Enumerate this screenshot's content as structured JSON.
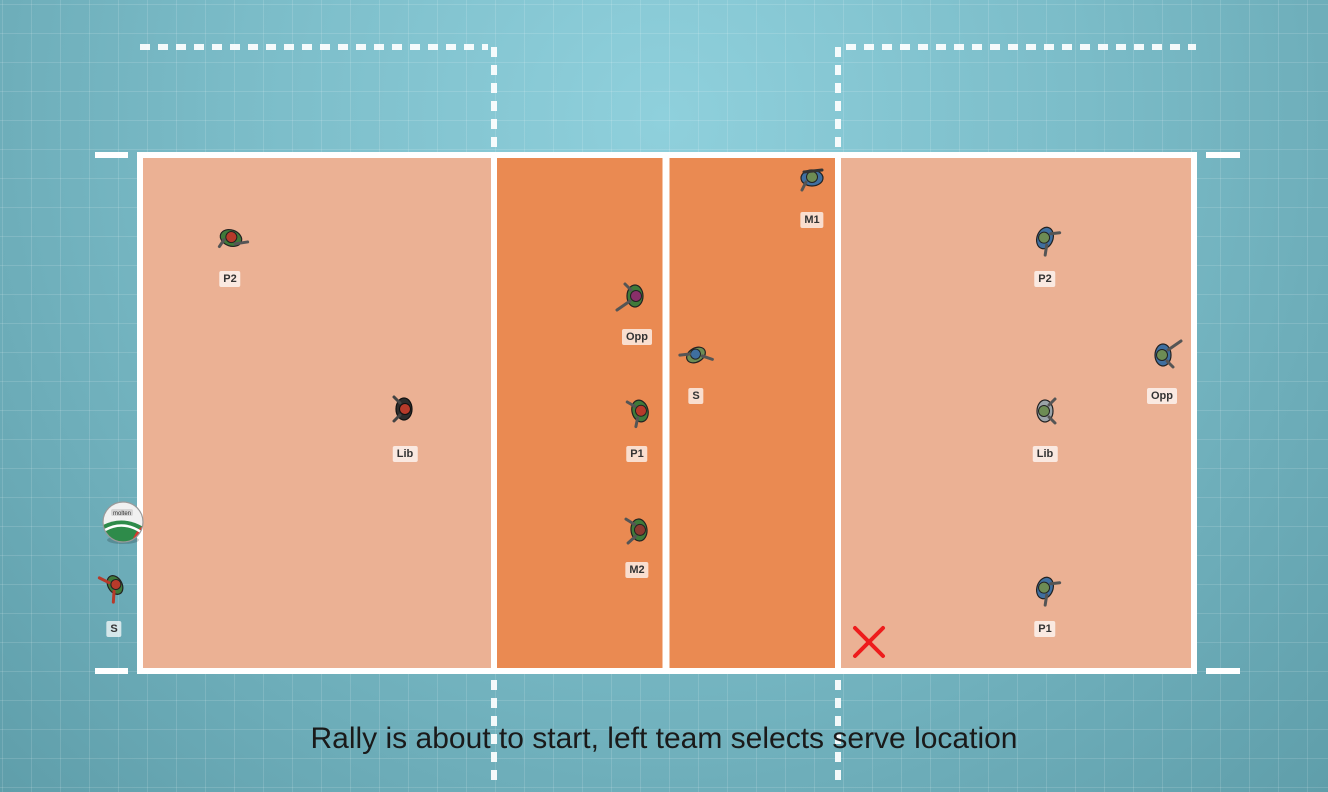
{
  "status_message": "Rally is about to start, left team selects serve location",
  "colors": {
    "court_outer": "#ebb194",
    "court_front": "#ea8a52",
    "line": "#ffffff",
    "serve_marker": "#ee1c1c",
    "left_team_jersey": "#3f7a3a",
    "left_team_accent": "#b73a2a",
    "right_team_jersey": "#3f6fa0",
    "right_team_accent": "#6d8c54",
    "libero_jersey": "#2c2c2c"
  },
  "ball": {
    "icon": "volleyball-icon",
    "brand": "molten"
  },
  "serve_marker": {
    "icon": "x-mark-icon"
  },
  "left_team": [
    {
      "role": "P2",
      "icon": "player-topdown-icon"
    },
    {
      "role": "Lib",
      "icon": "player-topdown-icon",
      "libero": true
    },
    {
      "role": "Opp",
      "icon": "player-topdown-icon"
    },
    {
      "role": "P1",
      "icon": "player-topdown-icon"
    },
    {
      "role": "M2",
      "icon": "player-topdown-icon"
    },
    {
      "role": "S",
      "icon": "player-topdown-icon",
      "server": true
    }
  ],
  "right_team": [
    {
      "role": "M1",
      "icon": "player-topdown-icon"
    },
    {
      "role": "S",
      "icon": "player-topdown-icon"
    },
    {
      "role": "P2",
      "icon": "player-topdown-icon"
    },
    {
      "role": "Opp",
      "icon": "player-topdown-icon"
    },
    {
      "role": "Lib",
      "icon": "player-topdown-icon",
      "libero": true
    },
    {
      "role": "P1",
      "icon": "player-topdown-icon"
    }
  ]
}
